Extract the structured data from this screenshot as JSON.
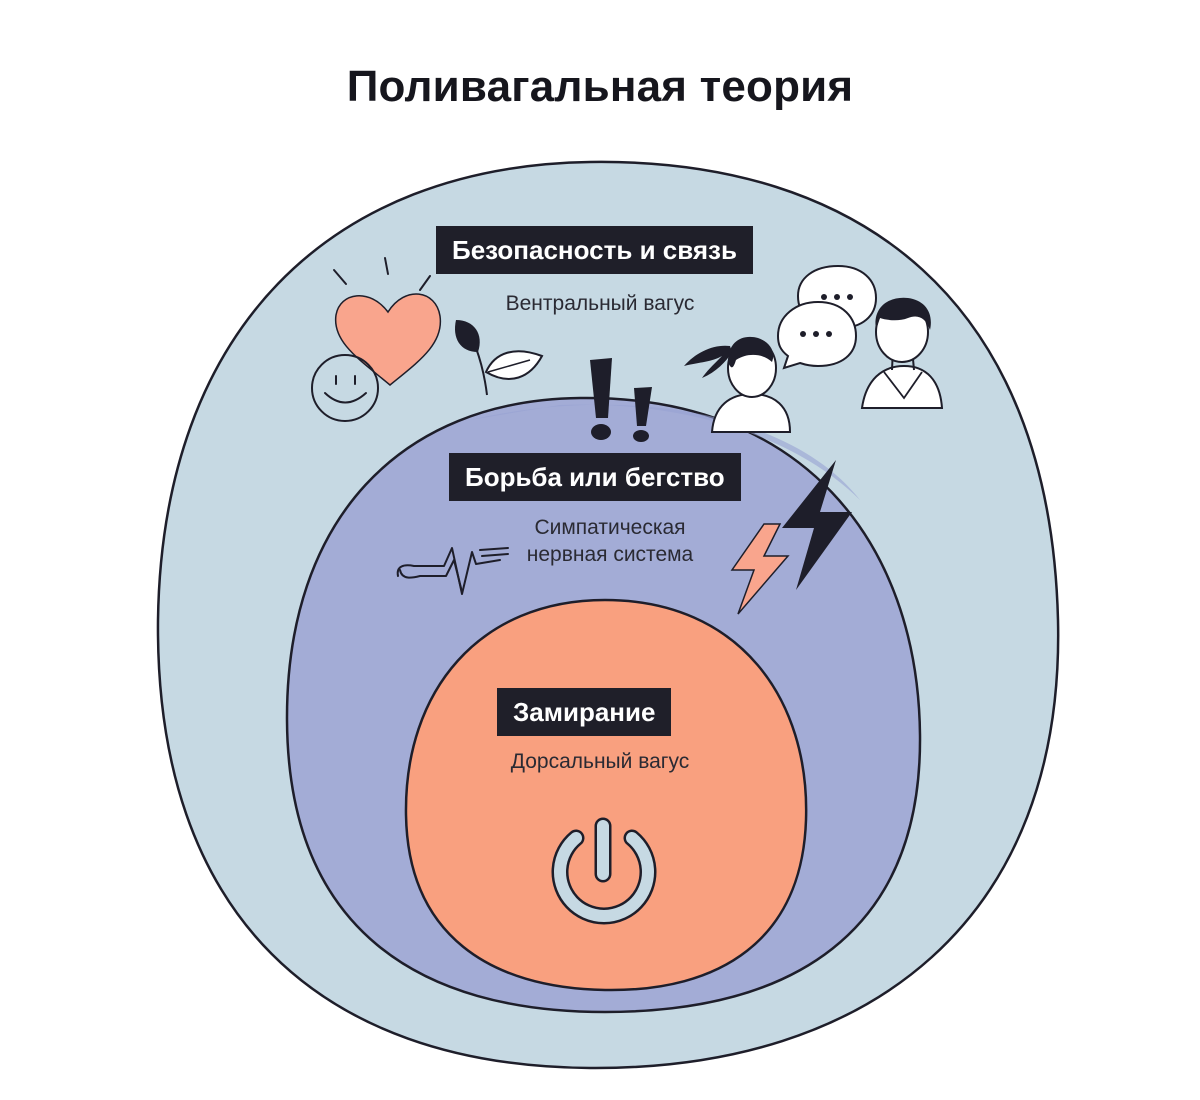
{
  "title": "Поливагальная теория",
  "colors": {
    "outer": "#c6d9e3",
    "middle": "#a3acd6",
    "inner": "#f9a07f",
    "heart": "#f9a58d",
    "stroke": "#1e1e2a"
  },
  "layers": {
    "safety": {
      "label": "Безопасность и связь",
      "subtitle": "Вентральный вагус"
    },
    "fight": {
      "label": "Борьба или бегство",
      "subtitle_line1": "Симпатическая",
      "subtitle_line2": "нервная система"
    },
    "freeze": {
      "label": "Замирание",
      "subtitle": "Дорсальный вагус"
    }
  },
  "icons": [
    "heart-icon",
    "smiley-icon",
    "sprout-icon",
    "speech-bubbles-icon",
    "woman-icon",
    "man-icon",
    "exclamation-icon",
    "lightning-icon",
    "pulse-icon",
    "power-icon"
  ]
}
